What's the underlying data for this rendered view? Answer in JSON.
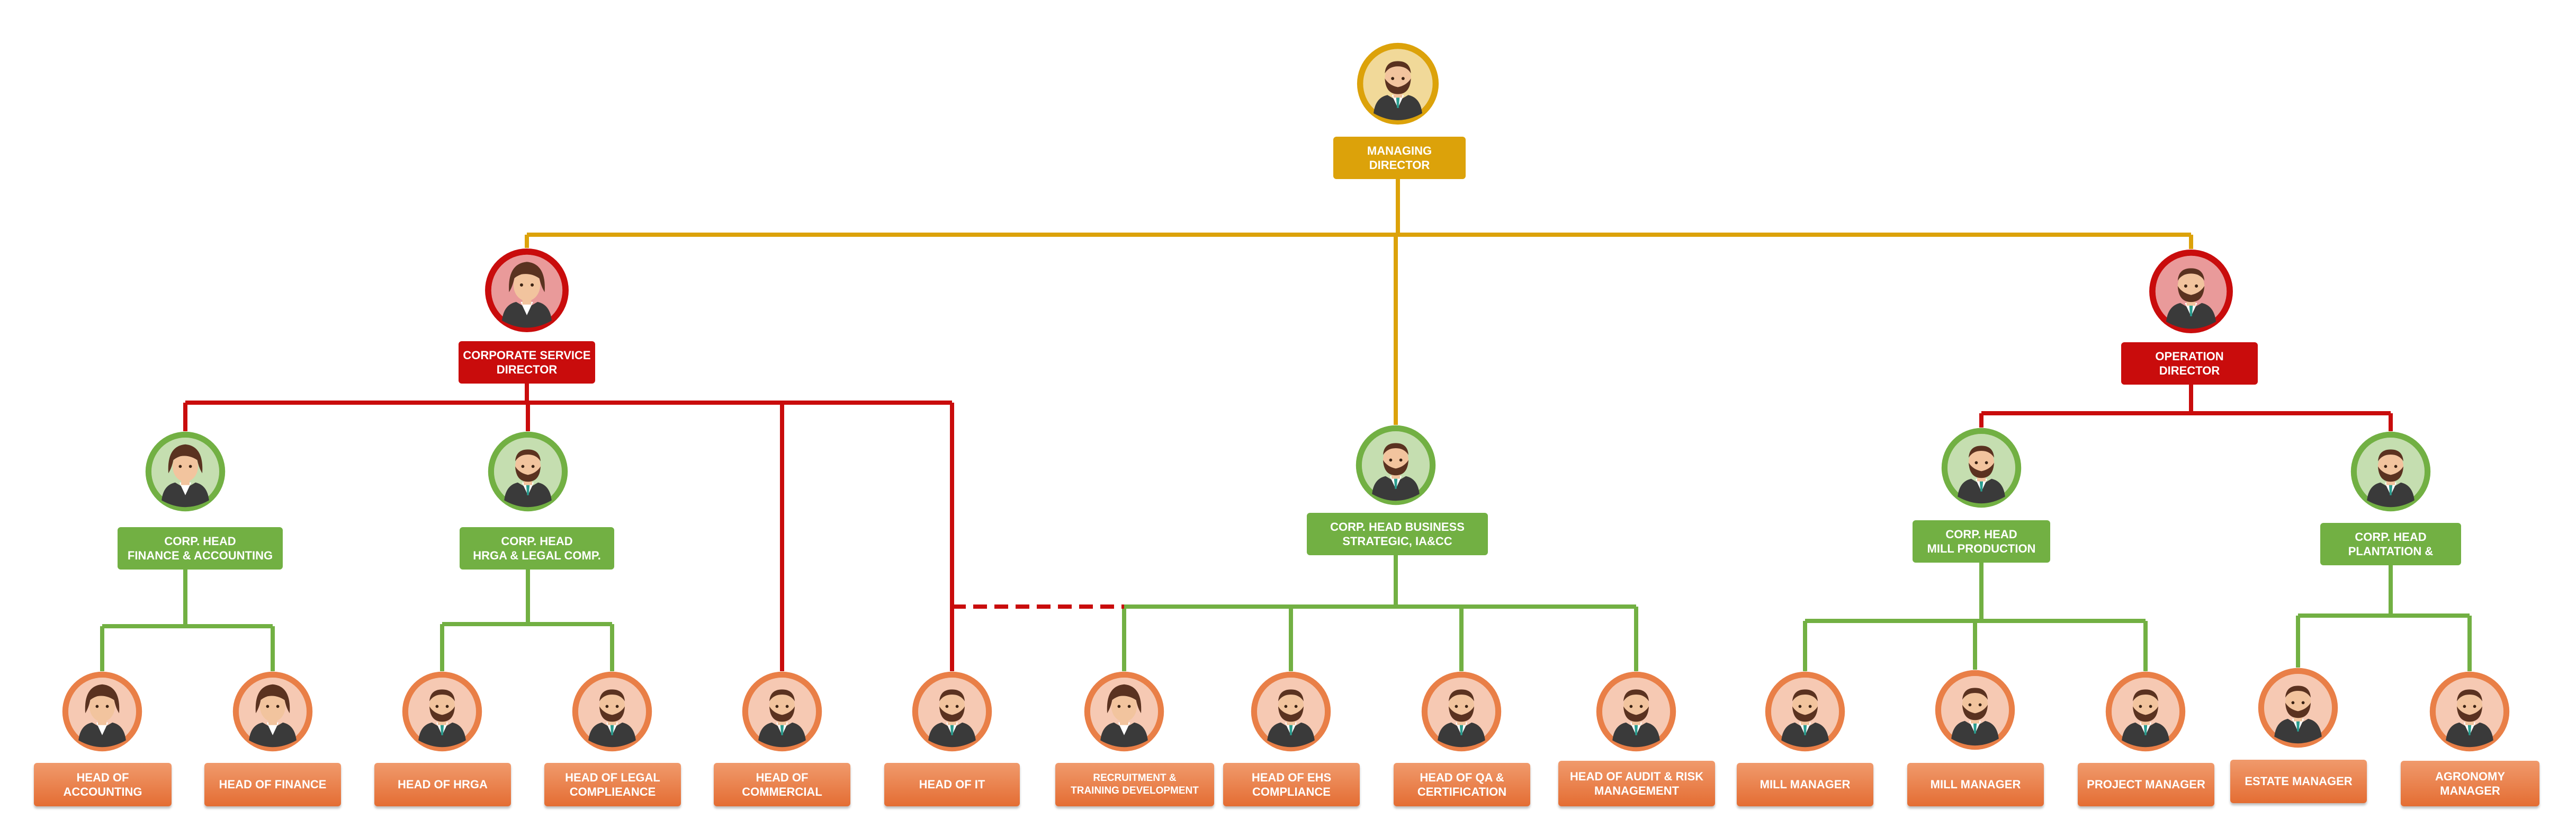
{
  "colors": {
    "gold": "#dca20a",
    "red": "#c90c0c",
    "green": "#72b043",
    "orange": "#e97f47",
    "skin": "#f2c49e",
    "hair": "#5a3220",
    "suit": "#3a3a3a"
  },
  "nodes": [
    {
      "id": "managing-director",
      "label": "MANAGING\nDIRECTOR",
      "color": "gold",
      "avatar": "man-icon"
    },
    {
      "id": "corporate-service-director",
      "label": "CORPORATE SERVICE\nDIRECTOR",
      "color": "red",
      "avatar": "woman-icon"
    },
    {
      "id": "operation-director",
      "label": "OPERATION\nDIRECTOR",
      "color": "red",
      "avatar": "man-icon"
    },
    {
      "id": "corp-head-finance-accounting",
      "label": "CORP.  HEAD\nFINANCE & ACCOUNTING",
      "color": "green",
      "avatar": "woman-icon"
    },
    {
      "id": "corp-head-hrga-legal",
      "label": "CORP. HEAD\nHRGA & LEGAL COMP.",
      "color": "green",
      "avatar": "man-icon"
    },
    {
      "id": "corp-head-business-strategic",
      "label": "CORP. HEAD BUSINESS\nSTRATEGIC, IA&CC",
      "color": "green",
      "avatar": "man-icon"
    },
    {
      "id": "corp-head-mill-production",
      "label": "CORP.  HEAD\nMILL PRODUCTION",
      "color": "green",
      "avatar": "man-icon"
    },
    {
      "id": "corp-head-plantation",
      "label": "CORP. HEAD\nPLANTATION &",
      "color": "green",
      "avatar": "man-icon"
    },
    {
      "id": "head-of-accounting",
      "label": "HEAD OF\nACCOUNTING",
      "color": "orange",
      "avatar": "woman-icon"
    },
    {
      "id": "head-of-finance",
      "label": "HEAD OF FINANCE",
      "color": "orange",
      "avatar": "woman-icon"
    },
    {
      "id": "head-of-hrga",
      "label": "HEAD OF HRGA",
      "color": "orange",
      "avatar": "man-icon"
    },
    {
      "id": "head-of-legal-complieance",
      "label": "HEAD OF LEGAL\nCOMPLIEANCE",
      "color": "orange",
      "avatar": "man-icon"
    },
    {
      "id": "head-of-commercial",
      "label": "HEAD OF\nCOMMERCIAL",
      "color": "orange",
      "avatar": "man-icon"
    },
    {
      "id": "head-of-it",
      "label": "HEAD OF IT",
      "color": "orange",
      "avatar": "man-icon"
    },
    {
      "id": "recruitment-training-development",
      "label": "RECRUITMENT &\nTRAINING DEVELOPMENT",
      "color": "orange",
      "avatar": "woman-icon"
    },
    {
      "id": "head-of-ehs-compliance",
      "label": "HEAD OF EHS\nCOMPLIANCE",
      "color": "orange",
      "avatar": "man-icon"
    },
    {
      "id": "head-of-qa-certification",
      "label": "HEAD OF QA &\nCERTIFICATION",
      "color": "orange",
      "avatar": "man-icon"
    },
    {
      "id": "head-of-audit-risk-management",
      "label": "HEAD OF AUDIT & RISK\nMANAGEMENT",
      "color": "orange",
      "avatar": "man-icon"
    },
    {
      "id": "mill-manager-1",
      "label": "MILL MANAGER",
      "color": "orange",
      "avatar": "man-icon"
    },
    {
      "id": "mill-manager-2",
      "label": "MILL MANAGER",
      "color": "orange",
      "avatar": "man-icon"
    },
    {
      "id": "project-manager",
      "label": "PROJECT MANAGER",
      "color": "orange",
      "avatar": "man-icon"
    },
    {
      "id": "estate-manager",
      "label": "ESTATE MANAGER",
      "color": "orange",
      "avatar": "man-icon"
    },
    {
      "id": "agronomy-manager",
      "label": "AGRONOMY\nMANAGER",
      "color": "orange",
      "avatar": "man-icon"
    }
  ],
  "edges": [
    {
      "from": "managing-director",
      "to": "corporate-service-director",
      "color": "gold"
    },
    {
      "from": "managing-director",
      "to": "operation-director",
      "color": "gold"
    },
    {
      "from": "managing-director",
      "to": "corp-head-business-strategic",
      "color": "gold"
    },
    {
      "from": "corporate-service-director",
      "to": "corp-head-finance-accounting",
      "color": "red"
    },
    {
      "from": "corporate-service-director",
      "to": "corp-head-hrga-legal",
      "color": "red"
    },
    {
      "from": "corporate-service-director",
      "to": "head-of-commercial",
      "color": "red"
    },
    {
      "from": "corporate-service-director",
      "to": "head-of-it",
      "color": "red"
    },
    {
      "from": "operation-director",
      "to": "corp-head-mill-production",
      "color": "red"
    },
    {
      "from": "operation-director",
      "to": "corp-head-plantation",
      "color": "red"
    },
    {
      "from": "corp-head-finance-accounting",
      "to": "head-of-accounting",
      "color": "green"
    },
    {
      "from": "corp-head-finance-accounting",
      "to": "head-of-finance",
      "color": "green"
    },
    {
      "from": "corp-head-hrga-legal",
      "to": "head-of-hrga",
      "color": "green"
    },
    {
      "from": "corp-head-hrga-legal",
      "to": "head-of-legal-complieance",
      "color": "green"
    },
    {
      "from": "corp-head-business-strategic",
      "to": "recruitment-training-development",
      "color": "green"
    },
    {
      "from": "corp-head-business-strategic",
      "to": "head-of-ehs-compliance",
      "color": "green"
    },
    {
      "from": "corp-head-business-strategic",
      "to": "head-of-qa-certification",
      "color": "green"
    },
    {
      "from": "corp-head-business-strategic",
      "to": "head-of-audit-risk-management",
      "color": "green"
    },
    {
      "from": "head-of-it",
      "to": "recruitment-training-development",
      "color": "red",
      "style": "dashed"
    },
    {
      "from": "corp-head-mill-production",
      "to": "mill-manager-1",
      "color": "green"
    },
    {
      "from": "corp-head-mill-production",
      "to": "mill-manager-2",
      "color": "green"
    },
    {
      "from": "corp-head-mill-production",
      "to": "project-manager",
      "color": "green"
    },
    {
      "from": "corp-head-plantation",
      "to": "estate-manager",
      "color": "green"
    },
    {
      "from": "corp-head-plantation",
      "to": "agronomy-manager",
      "color": "green"
    }
  ]
}
